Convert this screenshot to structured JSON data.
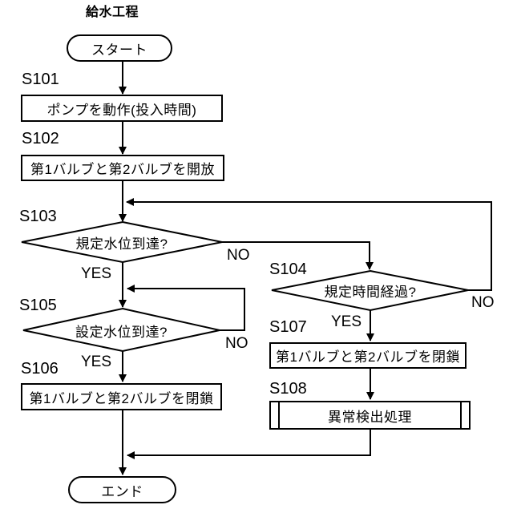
{
  "title": "給水工程",
  "terminals": {
    "start": "スタート",
    "end": "エンド"
  },
  "steps": {
    "s101": {
      "id": "S101",
      "label": "ポンプを動作(投入時間)"
    },
    "s102": {
      "id": "S102",
      "label": "第1バルブと第2バルブを開放"
    },
    "s103": {
      "id": "S103",
      "label": "規定水位到達?",
      "yes": "YES",
      "no": "NO"
    },
    "s104": {
      "id": "S104",
      "label": "規定時間経過?",
      "yes": "YES",
      "no": "NO"
    },
    "s105": {
      "id": "S105",
      "label": "設定水位到達?",
      "yes": "YES",
      "no": "NO"
    },
    "s106": {
      "id": "S106",
      "label": "第1バルブと第2バルブを閉鎖"
    },
    "s107": {
      "id": "S107",
      "label": "第1バルブと第2バルブを閉鎖"
    },
    "s108": {
      "id": "S108",
      "label": "異常検出処理"
    }
  },
  "colors": {
    "line": "#000000",
    "background": "#ffffff"
  }
}
